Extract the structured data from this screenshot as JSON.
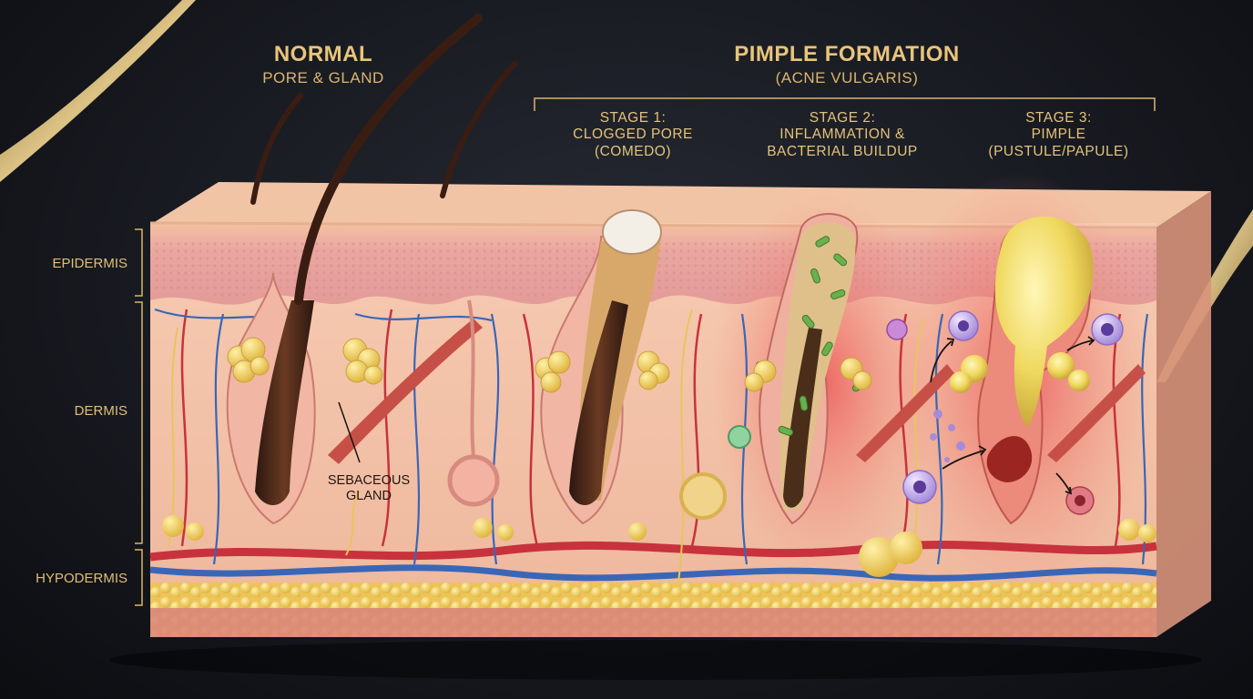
{
  "header": {
    "normal_title": "NORMAL",
    "normal_subtitle": "PORE & GLAND",
    "pimple_title": "PIMPLE FORMATION",
    "pimple_subtitle": "(ACNE VULGARIS)"
  },
  "stages": [
    {
      "line1": "STAGE 1:",
      "line2": "CLOGGED PORE",
      "line3": "(COMEDO)"
    },
    {
      "line1": "STAGE 2:",
      "line2": "INFLAMMATION &",
      "line3": "BACTERIAL BUILDUP"
    },
    {
      "line1": "STAGE 3:",
      "line2": "PIMPLE",
      "line3": "(PUSTULE/PAPULE)"
    }
  ],
  "layers": {
    "epidermis": "EPIDERMIS",
    "dermis": "DERMIS",
    "hypodermis": "HYPODERMIS"
  },
  "callouts": {
    "sebaceous_line1": "SEBACEOUS",
    "sebaceous_line2": "GLAND"
  },
  "colors": {
    "gold_accent": "#e2c27a",
    "background": "#181a21",
    "skin": "#f3c2a6",
    "epidermis": "#e9a3a0",
    "fat": "#f0d070",
    "artery": "#c8323c",
    "vein": "#3a66b8",
    "inflammation": "#e8545a",
    "bacteria": "#6ab04c",
    "pus": "#f2e27a"
  }
}
